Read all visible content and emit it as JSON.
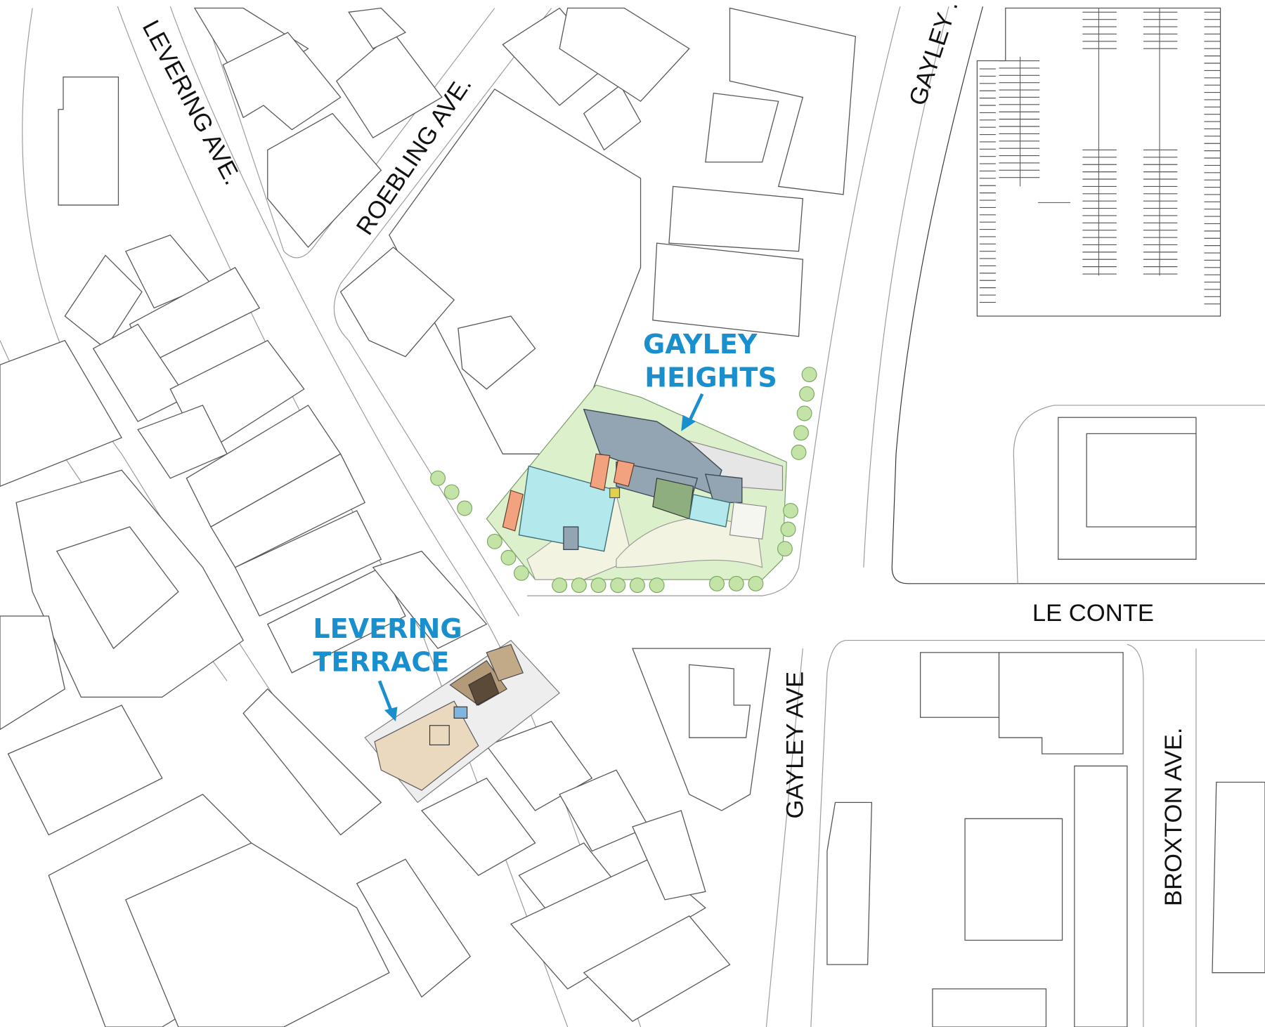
{
  "streets": {
    "levering": "LEVERING AVE.",
    "roebling": "ROEBLING AVE.",
    "gayley_top": "GAYLEY .",
    "gayley": "GAYLEY AVE",
    "le_conte": "LE CONTE",
    "broxton": "BROXTON AVE."
  },
  "sites": {
    "gayley_heights": [
      "GAYLEY",
      "HEIGHTS"
    ],
    "levering_terrace": [
      "LEVERING",
      "TERRACE"
    ]
  },
  "colors": {
    "site_label": "#1a8fce",
    "building_grey": "#93a4b2",
    "building_cyan": "#b3e8ec",
    "landscape_green": "#ddf0cc",
    "levering_tan": "#ebd9bf"
  }
}
